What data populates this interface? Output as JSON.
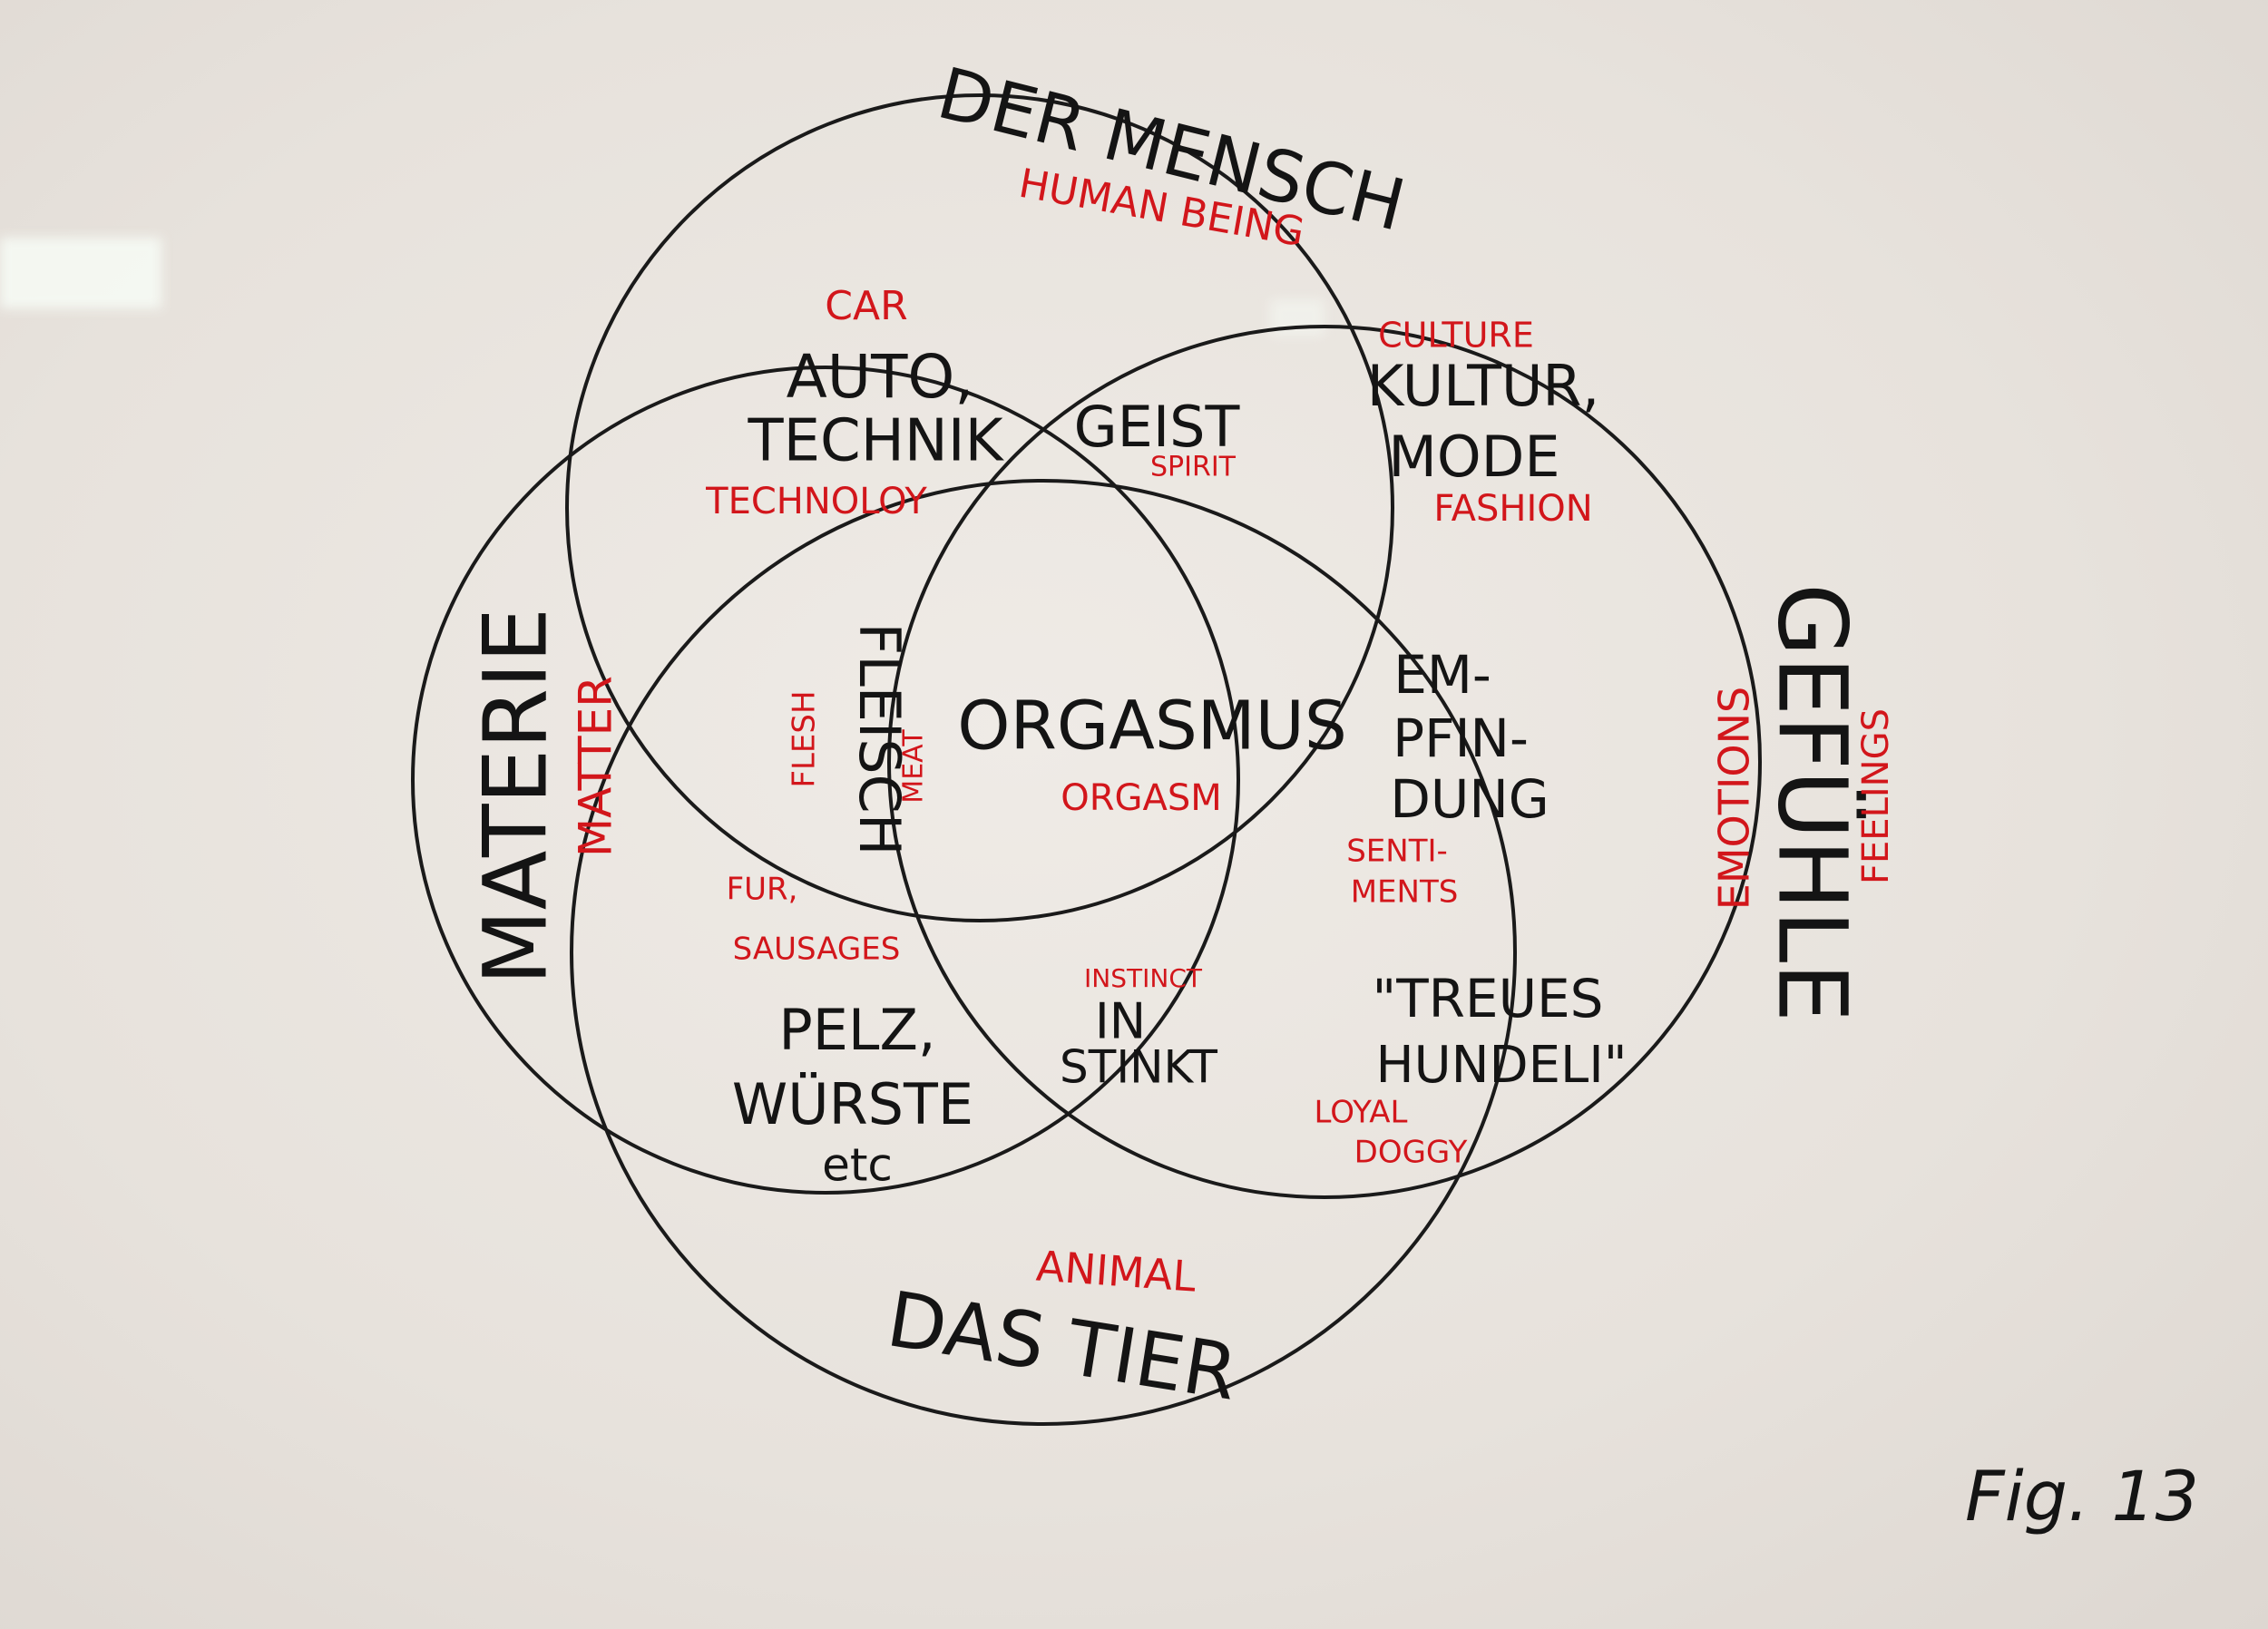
{
  "colors": {
    "ink": "#141414",
    "red": "#d2161b",
    "board": "#e9e4df"
  },
  "sets": {
    "top": {
      "german": "DER MENSCH",
      "english": "HUMAN BEING"
    },
    "left": {
      "german": "MATERIE",
      "english": "MATTER"
    },
    "right": {
      "german": "GEFÜHLE",
      "english": "FEELINGS",
      "english_outer": "EMOTIONS"
    },
    "bottom": {
      "german": "DAS TIER",
      "english": "ANIMAL"
    }
  },
  "regions": {
    "human_matter": {
      "english": "CAR",
      "german_1": "AUTO,",
      "german_2": "TECHNIK",
      "english_2": "TECHNOLOY"
    },
    "human_core": {
      "german": "GEIST",
      "english": "SPIRIT"
    },
    "human_feeling": {
      "english": "CULTURE",
      "german_1": "KULTUR,",
      "german_2": "MODE",
      "english_2": "FASHION"
    },
    "matter_core": {
      "german": "FLEISCH",
      "english_1": "FLESH",
      "english_2": "MEAT"
    },
    "center": {
      "german": "ORGASMUS",
      "english": "ORGASM"
    },
    "feeling_core": {
      "german_1": "EM-",
      "german_2": "PFIN-",
      "german_3": "DUNG",
      "english_1": "SENTI-",
      "english_2": "MENTS"
    },
    "matter_animal": {
      "english_1": "FUR,",
      "english_2": "SAUSAGES",
      "german_1": "PELZ,",
      "german_2": "WÜRSTE",
      "german_3": "etc"
    },
    "animal_core": {
      "english": "INSTINCT",
      "german_1": "IN",
      "german_2": "STINKT"
    },
    "feeling_animal": {
      "german_1": "\"TREUES",
      "german_2": "HUNDELI\"",
      "english_1": "LOYAL",
      "english_2": "DOGGY"
    }
  },
  "figure_label": "Fig. 13"
}
